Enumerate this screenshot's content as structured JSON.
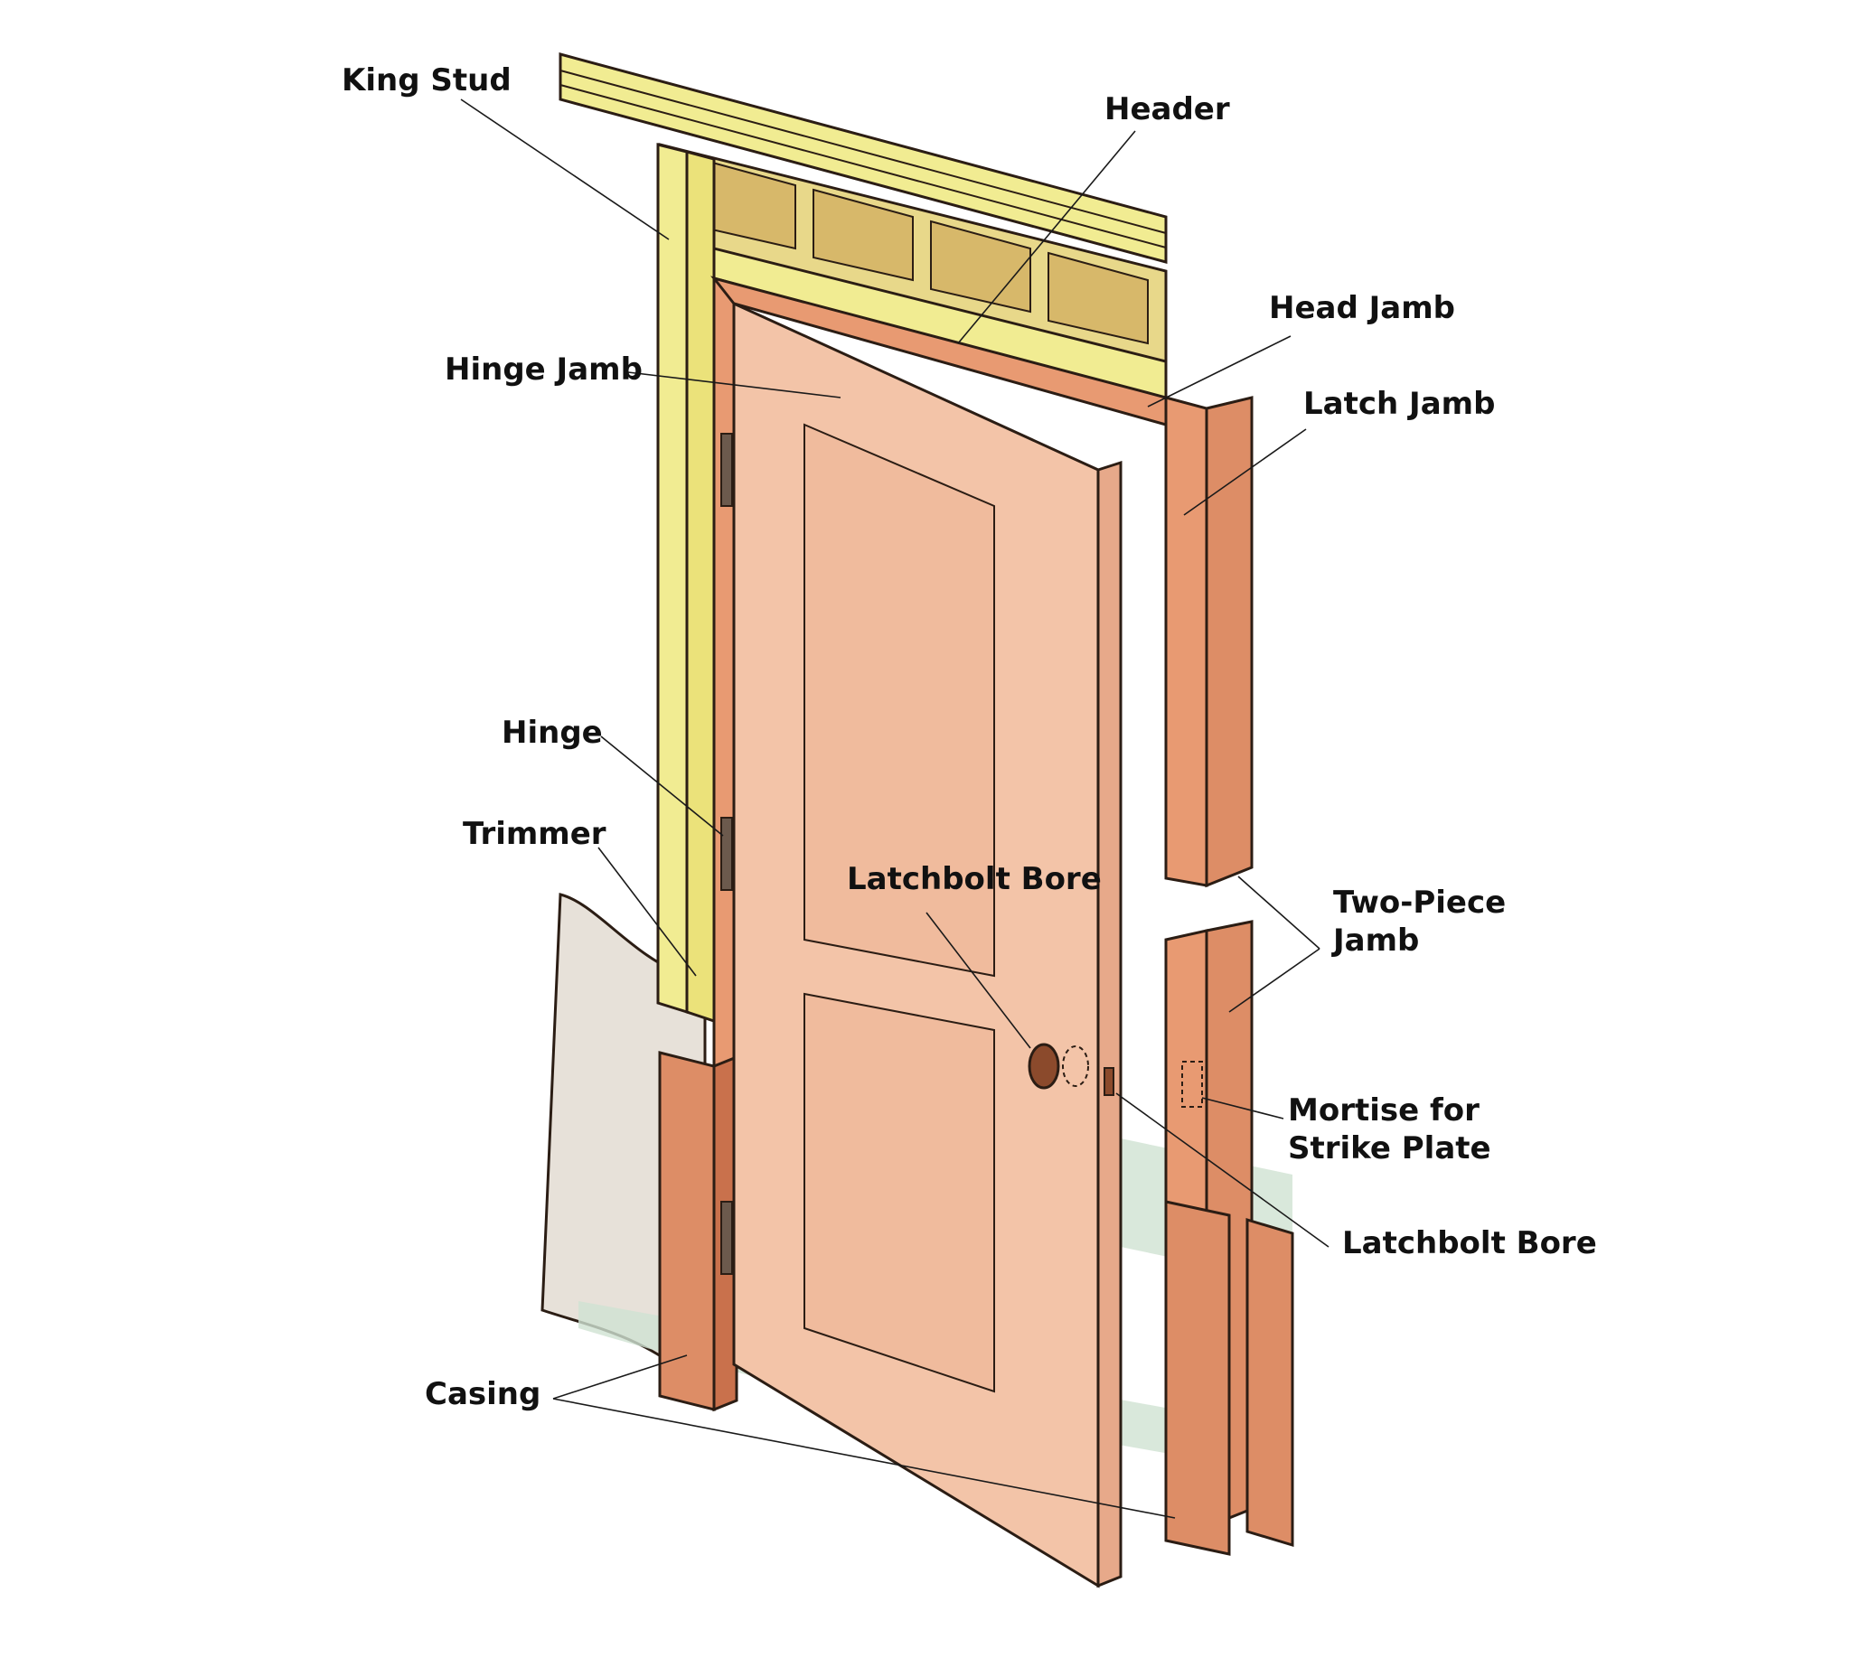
{
  "labels": {
    "king_stud": "King Stud",
    "header": "Header",
    "head_jamb": "Head Jamb",
    "hinge_jamb": "Hinge Jamb",
    "latch_jamb": "Latch Jamb",
    "hinge": "Hinge",
    "trimmer": "Trimmer",
    "latchbolt_bore_door": "Latchbolt Bore",
    "two_piece_jamb_line1": "Two-Piece",
    "two_piece_jamb_line2": "Jamb",
    "mortise_line1": "Mortise for",
    "mortise_line2": "Strike Plate",
    "latchbolt_bore_jamb": "Latchbolt Bore",
    "casing": "Casing"
  },
  "colors": {
    "framing": "#f1ec92",
    "framing_dark": "#d9c95a",
    "framing_wood": "#d7b86a",
    "door_face": "#f3c4a8",
    "door_edge": "#e7a98a",
    "jamb": "#e89a72",
    "jamb_dark": "#c9714c",
    "casing": "#dd8d66",
    "wall": "#e7e1d9",
    "shadow": "#cfe2d2",
    "outline": "#2b1d14"
  }
}
